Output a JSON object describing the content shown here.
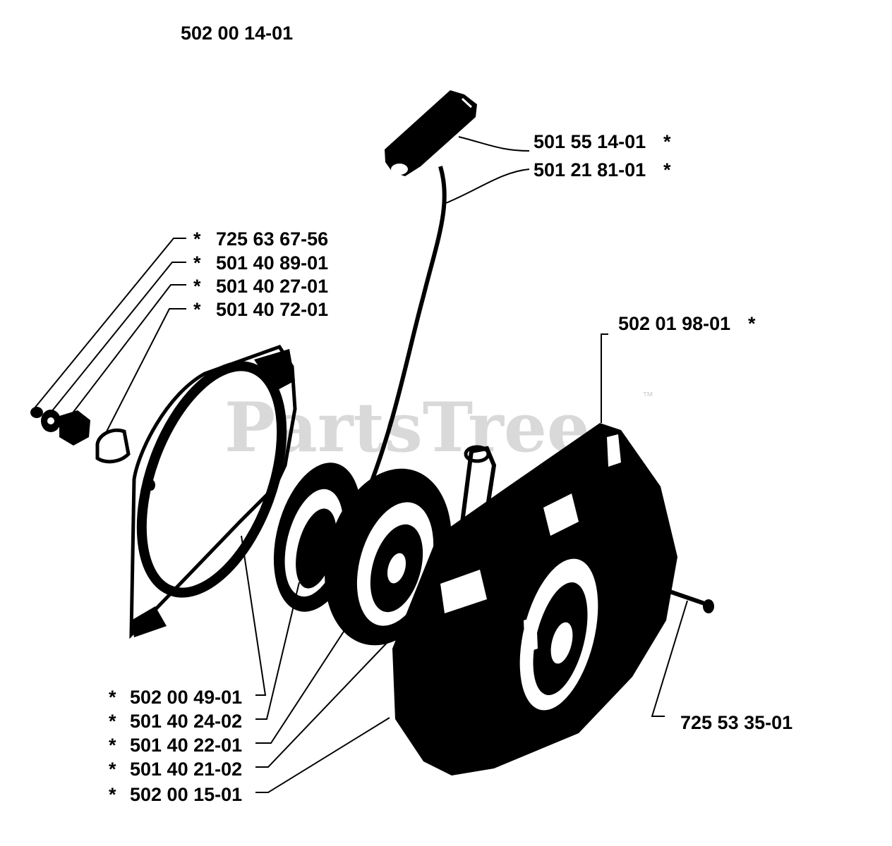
{
  "assembly_number": "502 00 14-01",
  "watermark": {
    "text": "PartsTree",
    "trademark": "™",
    "color": "#d9d9d9"
  },
  "labels": {
    "handle": "501 55 14-01",
    "rope": "501 21 81-01",
    "screw_725_63": "725 63 67-56",
    "washer_501_40_89": "501 40 89-01",
    "spacer_501_40_27": "501 40 27-01",
    "bushing_501_40_72": "501 40 72-01",
    "decal_502_01_98": "502 01 98-01",
    "screw_725_53": "725 53 35-01",
    "spring_502_00_49": "502 00 49-01",
    "pulley_501_40_24": "501 40 24-02",
    "pawl_501_40_22": "501 40 22-01",
    "spring_501_40_21": "501 40 21-02",
    "housing_502_00_15": "502 00 15-01"
  },
  "asterisk": "*"
}
